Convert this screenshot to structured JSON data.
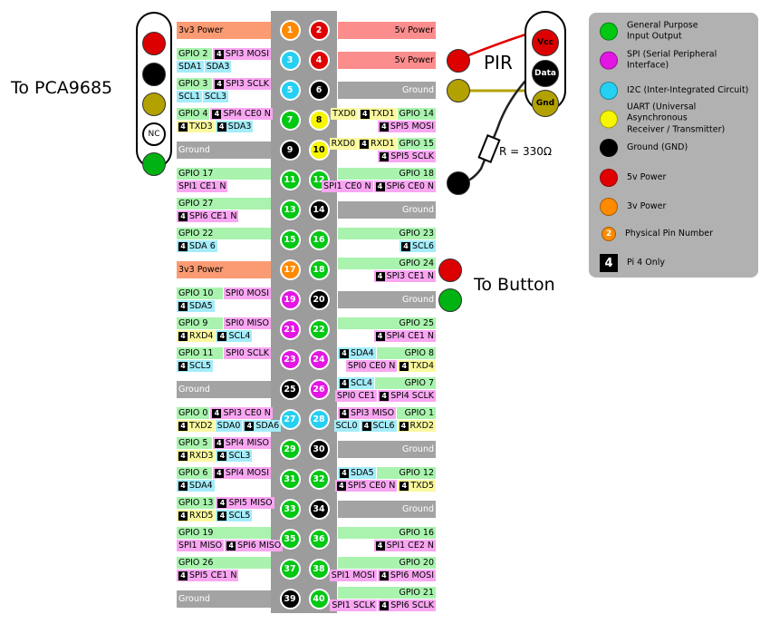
{
  "palette": {
    "gpio_green": "#00c813",
    "spi_magenta": "#e316e3",
    "i2c_cyan": "#25d0f2",
    "uart_yellow": "#f6f600",
    "ground_black": "#000000",
    "power5_red": "#e10000",
    "power3_orange": "#ff8a00",
    "label_green": "#a9f3ae",
    "label_magenta": "#f9a6f2",
    "label_cyan": "#a4ecf9",
    "label_yellow": "#fbf99e",
    "label_gray": "#a3a3a3",
    "label_5v": "#fb8d8d",
    "label_3v3": "#fb9b73",
    "strip_gray": "#9c9c9c",
    "wire_red": "#e10000",
    "wire_gnd_yellow": "#b3a100",
    "wire_data_black": "#222222"
  },
  "badges": {
    "pi4": "4",
    "pin_number_example": "2"
  },
  "annotations": {
    "pca9685_label": "To PCA9685",
    "nc_label": "NC",
    "pir_label": "PIR",
    "pir_pins": [
      "Vcc",
      "Data",
      "Gnd"
    ],
    "resistor_label": "R = 330Ω",
    "button_label": "To Button"
  },
  "legend": {
    "items": [
      {
        "swatch": "green",
        "label": "General Purpose\nInput Output"
      },
      {
        "swatch": "magenta",
        "label": "SPI (Serial Peripheral Interface)"
      },
      {
        "swatch": "cyan",
        "label": "I2C (Inter-Integrated Circuit)"
      },
      {
        "swatch": "yellow",
        "label": "UART (Universal Asynchronous\nReceiver / Transmitter)"
      },
      {
        "swatch": "black",
        "label": "Ground (GND)"
      },
      {
        "swatch": "red",
        "label": "5v Power"
      },
      {
        "swatch": "orange",
        "label": "3v Power"
      },
      {
        "swatch": "pinnum",
        "label": "Physical Pin Number",
        "badge": "2"
      },
      {
        "swatch": "pi4",
        "label": "Pi 4 Only",
        "badge": "4"
      }
    ]
  },
  "rows": [
    {
      "left": {
        "pin": 1,
        "color": "orange",
        "lines": [
          [
            {
              "t": "3v3 Power",
              "c": "pw3"
            }
          ]
        ]
      },
      "right": {
        "pin": 2,
        "color": "red",
        "lines": [
          [
            {
              "t": "5v Power",
              "c": "pw5"
            }
          ]
        ]
      }
    },
    {
      "left": {
        "pin": 3,
        "color": "cyan",
        "lines": [
          [
            {
              "t": "GPIO 2",
              "c": "gpio"
            },
            {
              "t": "SPI3 MOSI",
              "c": "spi",
              "b4": true
            }
          ],
          [
            {
              "t": "SDA1",
              "c": "i2c"
            },
            {
              "t": "SDA3",
              "c": "i2c"
            }
          ]
        ]
      },
      "right": {
        "pin": 4,
        "color": "red",
        "lines": [
          [
            {
              "t": "5v Power",
              "c": "pw5"
            }
          ]
        ]
      }
    },
    {
      "left": {
        "pin": 5,
        "color": "cyan",
        "lines": [
          [
            {
              "t": "GPIO 3",
              "c": "gpio"
            },
            {
              "t": "SPI3 SCLK",
              "c": "spi",
              "b4": true
            }
          ],
          [
            {
              "t": "SCL1",
              "c": "i2c"
            },
            {
              "t": "SCL3",
              "c": "i2c"
            }
          ]
        ]
      },
      "right": {
        "pin": 6,
        "color": "black",
        "lines": [
          [
            {
              "t": "Ground",
              "c": "gnd"
            }
          ]
        ]
      }
    },
    {
      "left": {
        "pin": 7,
        "color": "green",
        "lines": [
          [
            {
              "t": "GPIO 4",
              "c": "gpio"
            },
            {
              "t": "SPI4 CE0 N",
              "c": "spi",
              "b4": true
            }
          ],
          [
            {
              "t": "TXD3",
              "c": "uart",
              "b4": true
            },
            {
              "t": "SDA3",
              "c": "i2c",
              "b4": true
            }
          ]
        ]
      },
      "right": {
        "pin": 8,
        "color": "yellow",
        "lines": [
          [
            {
              "t": "TXD0",
              "c": "uart"
            },
            {
              "t": "TXD1",
              "c": "uart",
              "b4": true
            },
            {
              "t": "GPIO 14",
              "c": "gpio"
            }
          ],
          [
            {
              "t": "SPI5 MOSI",
              "c": "spi",
              "b4": true
            }
          ]
        ]
      }
    },
    {
      "left": {
        "pin": 9,
        "color": "black",
        "lines": [
          [
            {
              "t": "Ground",
              "c": "gnd"
            }
          ]
        ]
      },
      "right": {
        "pin": 10,
        "color": "yellow",
        "lines": [
          [
            {
              "t": "RXD0",
              "c": "uart"
            },
            {
              "t": "RXD1",
              "c": "uart",
              "b4": true
            },
            {
              "t": "GPIO 15",
              "c": "gpio"
            }
          ],
          [
            {
              "t": "SPI5 SCLK",
              "c": "spi",
              "b4": true
            }
          ]
        ]
      }
    },
    {
      "left": {
        "pin": 11,
        "color": "green",
        "lines": [
          [
            {
              "t": "GPIO 17",
              "c": "gpio"
            }
          ],
          [
            {
              "t": "SPI1 CE1 N",
              "c": "spi"
            }
          ]
        ]
      },
      "right": {
        "pin": 12,
        "color": "green",
        "lines": [
          [
            {
              "t": "GPIO 18",
              "c": "gpio"
            }
          ],
          [
            {
              "t": "SPI1 CE0 N",
              "c": "spi"
            },
            {
              "t": "SPI6 CE0 N",
              "c": "spi",
              "b4": true
            }
          ]
        ]
      }
    },
    {
      "left": {
        "pin": 13,
        "color": "green",
        "lines": [
          [
            {
              "t": "GPIO 27",
              "c": "gpio"
            }
          ],
          [
            {
              "t": "SPI6 CE1 N",
              "c": "spi",
              "b4": true
            }
          ]
        ]
      },
      "right": {
        "pin": 14,
        "color": "black",
        "lines": [
          [
            {
              "t": "Ground",
              "c": "gnd"
            }
          ]
        ]
      }
    },
    {
      "left": {
        "pin": 15,
        "color": "green",
        "lines": [
          [
            {
              "t": "GPIO 22",
              "c": "gpio"
            }
          ],
          [
            {
              "t": "SDA 6",
              "c": "i2c",
              "b4": true
            }
          ]
        ]
      },
      "right": {
        "pin": 16,
        "color": "green",
        "lines": [
          [
            {
              "t": "GPIO 23",
              "c": "gpio"
            }
          ],
          [
            {
              "t": "SCL6",
              "c": "i2c",
              "b4": true
            }
          ]
        ]
      }
    },
    {
      "left": {
        "pin": 17,
        "color": "orange",
        "lines": [
          [
            {
              "t": "3v3 Power",
              "c": "pw3"
            }
          ]
        ]
      },
      "right": {
        "pin": 18,
        "color": "green",
        "lines": [
          [
            {
              "t": "GPIO 24",
              "c": "gpio"
            }
          ],
          [
            {
              "t": "SPI3 CE1 N",
              "c": "spi",
              "b4": true
            }
          ]
        ]
      }
    },
    {
      "left": {
        "pin": 19,
        "color": "magenta",
        "lines": [
          [
            {
              "t": "GPIO 10",
              "c": "gpio"
            },
            {
              "t": "SPI0 MOSI",
              "c": "spi"
            }
          ],
          [
            {
              "t": "SDA5",
              "c": "i2c",
              "b4": true
            }
          ]
        ]
      },
      "right": {
        "pin": 20,
        "color": "black",
        "lines": [
          [
            {
              "t": "Ground",
              "c": "gnd"
            }
          ]
        ]
      }
    },
    {
      "left": {
        "pin": 21,
        "color": "magenta",
        "lines": [
          [
            {
              "t": "GPIO 9",
              "c": "gpio"
            },
            {
              "t": "SPI0 MISO",
              "c": "spi"
            }
          ],
          [
            {
              "t": "RXD4",
              "c": "uart",
              "b4": true
            },
            {
              "t": "SCL4",
              "c": "i2c",
              "b4": true
            }
          ]
        ]
      },
      "right": {
        "pin": 22,
        "color": "green",
        "lines": [
          [
            {
              "t": "GPIO 25",
              "c": "gpio"
            }
          ],
          [
            {
              "t": "SPI4 CE1 N",
              "c": "spi",
              "b4": true
            }
          ]
        ]
      }
    },
    {
      "left": {
        "pin": 23,
        "color": "magenta",
        "lines": [
          [
            {
              "t": "GPIO 11",
              "c": "gpio"
            },
            {
              "t": "SPI0 SCLK",
              "c": "spi"
            }
          ],
          [
            {
              "t": "SCL5",
              "c": "i2c",
              "b4": true
            }
          ]
        ]
      },
      "right": {
        "pin": 24,
        "color": "magenta",
        "lines": [
          [
            {
              "t": "SDA4",
              "c": "i2c",
              "b4": true
            },
            {
              "t": "GPIO 8",
              "c": "gpio"
            }
          ],
          [
            {
              "t": "SPI0 CE0 N",
              "c": "spi"
            },
            {
              "t": "TXD4",
              "c": "uart",
              "b4": true
            }
          ]
        ]
      }
    },
    {
      "left": {
        "pin": 25,
        "color": "black",
        "lines": [
          [
            {
              "t": "Ground",
              "c": "gnd"
            }
          ]
        ]
      },
      "right": {
        "pin": 26,
        "color": "magenta",
        "lines": [
          [
            {
              "t": "SCL4",
              "c": "i2c",
              "b4": true
            },
            {
              "t": "GPIO 7",
              "c": "gpio"
            }
          ],
          [
            {
              "t": "SPI0 CE1",
              "c": "spi"
            },
            {
              "t": "SPI4 SCLK",
              "c": "spi",
              "b4": true
            }
          ]
        ]
      }
    },
    {
      "left": {
        "pin": 27,
        "color": "cyan",
        "lines": [
          [
            {
              "t": "GPIO 0",
              "c": "gpio"
            },
            {
              "t": "SPI3 CE0 N",
              "c": "spi",
              "b4": true
            }
          ],
          [
            {
              "t": "TXD2",
              "c": "uart",
              "b4": true
            },
            {
              "t": "SDA0",
              "c": "i2c"
            },
            {
              "t": "SDA6",
              "c": "i2c",
              "b4": true
            }
          ]
        ]
      },
      "right": {
        "pin": 28,
        "color": "cyan",
        "lines": [
          [
            {
              "t": "SPI3 MISO",
              "c": "spi",
              "b4": true
            },
            {
              "t": "GPIO 1",
              "c": "gpio"
            }
          ],
          [
            {
              "t": "SCL0",
              "c": "i2c"
            },
            {
              "t": "SCL6",
              "c": "i2c",
              "b4": true
            },
            {
              "t": "RXD2",
              "c": "uart",
              "b4": true
            }
          ]
        ]
      }
    },
    {
      "left": {
        "pin": 29,
        "color": "green",
        "lines": [
          [
            {
              "t": "GPIO 5",
              "c": "gpio"
            },
            {
              "t": "SPI4 MISO",
              "c": "spi",
              "b4": true
            }
          ],
          [
            {
              "t": "RXD3",
              "c": "uart",
              "b4": true
            },
            {
              "t": "SCL3",
              "c": "i2c",
              "b4": true
            }
          ]
        ]
      },
      "right": {
        "pin": 30,
        "color": "black",
        "lines": [
          [
            {
              "t": "Ground",
              "c": "gnd"
            }
          ]
        ]
      }
    },
    {
      "left": {
        "pin": 31,
        "color": "green",
        "lines": [
          [
            {
              "t": "GPIO 6",
              "c": "gpio"
            },
            {
              "t": "SPI4 MOSI",
              "c": "spi",
              "b4": true
            }
          ],
          [
            {
              "t": "SDA4",
              "c": "i2c",
              "b4": true
            }
          ]
        ]
      },
      "right": {
        "pin": 32,
        "color": "green",
        "lines": [
          [
            {
              "t": "SDA5",
              "c": "i2c",
              "b4": true
            },
            {
              "t": "GPIO 12",
              "c": "gpio"
            }
          ],
          [
            {
              "t": "SPI5 CE0 N",
              "c": "spi",
              "b4": true
            },
            {
              "t": "TXD5",
              "c": "uart",
              "b4": true
            }
          ]
        ]
      }
    },
    {
      "left": {
        "pin": 33,
        "color": "green",
        "lines": [
          [
            {
              "t": "GPIO 13",
              "c": "gpio"
            },
            {
              "t": "SPI5 MISO",
              "c": "spi",
              "b4": true
            }
          ],
          [
            {
              "t": "RXD5",
              "c": "uart",
              "b4": true
            },
            {
              "t": "SCL5",
              "c": "i2c",
              "b4": true
            }
          ]
        ]
      },
      "right": {
        "pin": 34,
        "color": "black",
        "lines": [
          [
            {
              "t": "Ground",
              "c": "gnd"
            }
          ]
        ]
      }
    },
    {
      "left": {
        "pin": 35,
        "color": "green",
        "lines": [
          [
            {
              "t": "GPIO 19",
              "c": "gpio"
            }
          ],
          [
            {
              "t": "SPI1 MISO",
              "c": "spi"
            },
            {
              "t": "SPI6 MISO",
              "c": "spi",
              "b4": true
            }
          ]
        ]
      },
      "right": {
        "pin": 36,
        "color": "green",
        "lines": [
          [
            {
              "t": "GPIO 16",
              "c": "gpio"
            }
          ],
          [
            {
              "t": "SPI1 CE2 N",
              "c": "spi",
              "b4": true
            }
          ]
        ]
      }
    },
    {
      "left": {
        "pin": 37,
        "color": "green",
        "lines": [
          [
            {
              "t": "GPIO 26",
              "c": "gpio"
            }
          ],
          [
            {
              "t": "SPI5 CE1 N",
              "c": "spi",
              "b4": true
            }
          ]
        ]
      },
      "right": {
        "pin": 38,
        "color": "green",
        "lines": [
          [
            {
              "t": "GPIO 20",
              "c": "gpio"
            }
          ],
          [
            {
              "t": "SPI1 MOSI",
              "c": "spi"
            },
            {
              "t": "SPI6 MOSI",
              "c": "spi",
              "b4": true
            }
          ]
        ]
      }
    },
    {
      "left": {
        "pin": 39,
        "color": "black",
        "lines": [
          [
            {
              "t": "Ground",
              "c": "gnd"
            }
          ]
        ]
      },
      "right": {
        "pin": 40,
        "color": "green",
        "lines": [
          [
            {
              "t": "GPIO 21",
              "c": "gpio"
            }
          ],
          [
            {
              "t": "SPI1 SCLK",
              "c": "spi"
            },
            {
              "t": "SPI6 SCLK",
              "c": "spi",
              "b4": true
            }
          ]
        ]
      }
    }
  ]
}
